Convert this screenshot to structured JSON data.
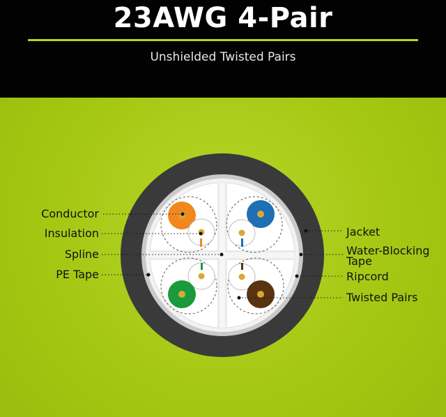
{
  "header": {
    "title": "23AWG 4-Pair",
    "subtitle": "Unshielded Twisted Pairs"
  },
  "labels": {
    "conductor": "Conductor",
    "insulation": "Insulation",
    "spline": "Spline",
    "pe_tape": "PE Tape",
    "jacket": "Jacket",
    "water_blocking_tape_line1": "Water-Blocking",
    "water_blocking_tape_line2": "Tape",
    "ripcord": "Ripcord",
    "twisted_pairs": "Twisted Pairs"
  },
  "colors": {
    "header_bg": "#020202",
    "accent": "#b4d41e",
    "panel_bg": "#a4c712",
    "jacket": "#3a3a3a",
    "orange_pair": "#f0881e",
    "blue_pair": "#1e6fb4",
    "green_pair": "#1a9a3a",
    "brown_pair": "#5a3312",
    "conductor": "#d8a838"
  }
}
